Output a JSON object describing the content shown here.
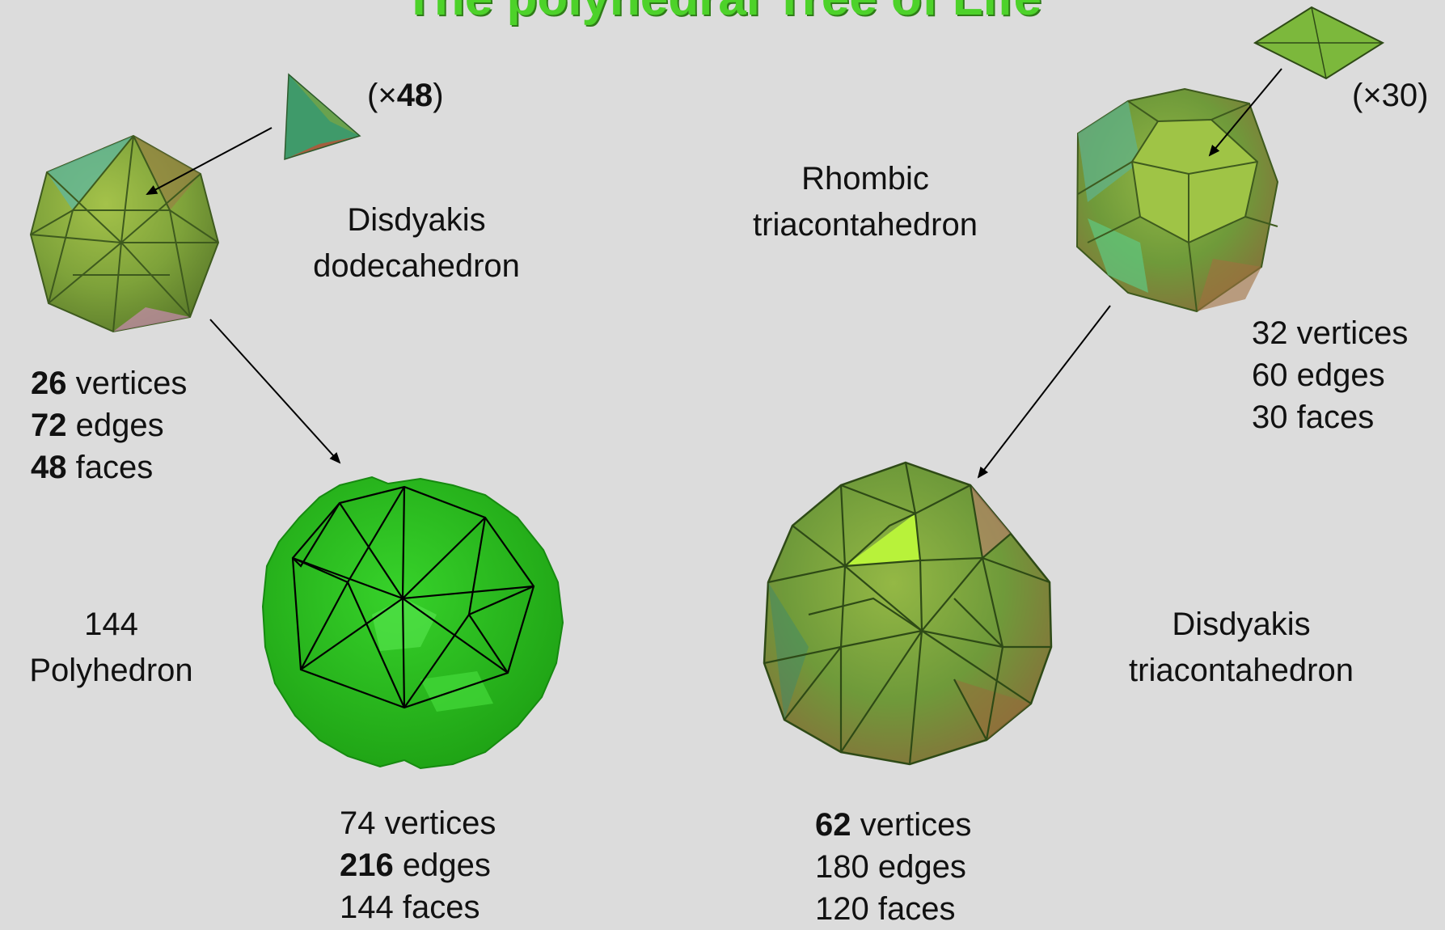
{
  "title": "The polyhedral Tree of Life",
  "labels": {
    "disdyakis_dodecahedron": [
      "Disdyakis",
      "dodecahedron"
    ],
    "rhombic_triacontahedron": [
      "Rhombic",
      "triacontahedron"
    ],
    "polyhedron_144": [
      "144",
      "Polyhedron"
    ],
    "disdyakis_triacontahedron": [
      "Disdyakis",
      "triacontahedron"
    ]
  },
  "multipliers": {
    "tetrahedron": {
      "open": "(×",
      "num": "48",
      "close": ")"
    },
    "rhomb": "(×30)"
  },
  "stats": {
    "disdyakis_dodecahedron": [
      {
        "num": "26",
        "unit": " vertices",
        "bold": true
      },
      {
        "num": "72",
        "unit": " edges",
        "bold": true
      },
      {
        "num": "48",
        "unit": " faces",
        "bold": true
      }
    ],
    "rhombic_triacontahedron": [
      {
        "num": "32",
        "unit": " vertices",
        "bold": false
      },
      {
        "num": "60",
        "unit": " edges",
        "bold": false
      },
      {
        "num": "30",
        "unit": " faces",
        "bold": false
      }
    ],
    "polyhedron_144": [
      {
        "num": "74",
        "unit": " vertices",
        "bold": false
      },
      {
        "num": "216",
        "unit": " edges",
        "bold": true
      },
      {
        "num": "144",
        "unit": " faces",
        "bold": false
      }
    ],
    "disdyakis_triacontahedron": [
      {
        "num": "62",
        "unit": " vertices",
        "bold": true
      },
      {
        "num": "180",
        "unit": " edges",
        "bold": false
      },
      {
        "num": "120",
        "unit": " faces",
        "bold": false
      }
    ]
  },
  "colors": {
    "background": "#dcdcdc",
    "title": "#4dd22a",
    "solid_green": "#2db81d",
    "olive_green": "#7fae3c"
  }
}
